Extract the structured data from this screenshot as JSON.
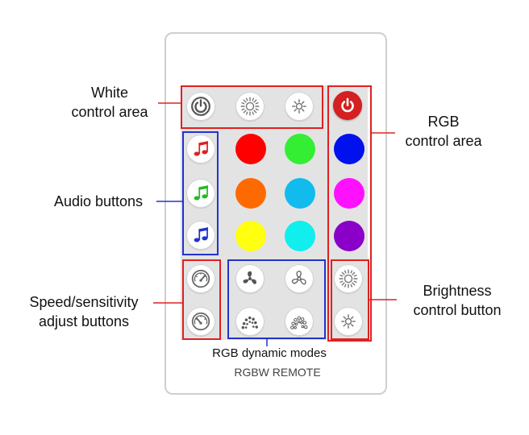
{
  "labels": {
    "white_control": [
      "White",
      "control area"
    ],
    "rgb_control": [
      "RGB",
      "control area"
    ],
    "audio": "Audio buttons",
    "speed": [
      "Speed/sensitivity",
      "adjust buttons"
    ],
    "brightness": [
      "Brightness",
      "control button"
    ],
    "dynamic": "RGB dynamic modes",
    "remote_name": "RGBW REMOTE"
  },
  "colors": {
    "callout_red": "#e02020",
    "callout_blue": "#2233cc",
    "swatches": [
      "#ff0000",
      "#33ee33",
      "#0011ee",
      "#ff6a00",
      "#11bbee",
      "#ff10ff",
      "#ffff10",
      "#10eeee",
      "#8a00c8"
    ]
  },
  "icons": {
    "white_row": [
      "power-icon",
      "brightness-up-icon",
      "brightness-down-icon"
    ],
    "rgb_power": "power-icon",
    "audio": [
      "music-note-red-icon",
      "music-note-green-icon",
      "music-note-blue-icon"
    ],
    "speed": [
      "speedometer-up-icon",
      "speedometer-down-icon"
    ],
    "dynamic": [
      "fan-icon",
      "fan-outline-icon",
      "gradient-icon",
      "gradient-outline-icon"
    ],
    "brightness": [
      "brightness-up-icon",
      "brightness-down-icon"
    ]
  }
}
